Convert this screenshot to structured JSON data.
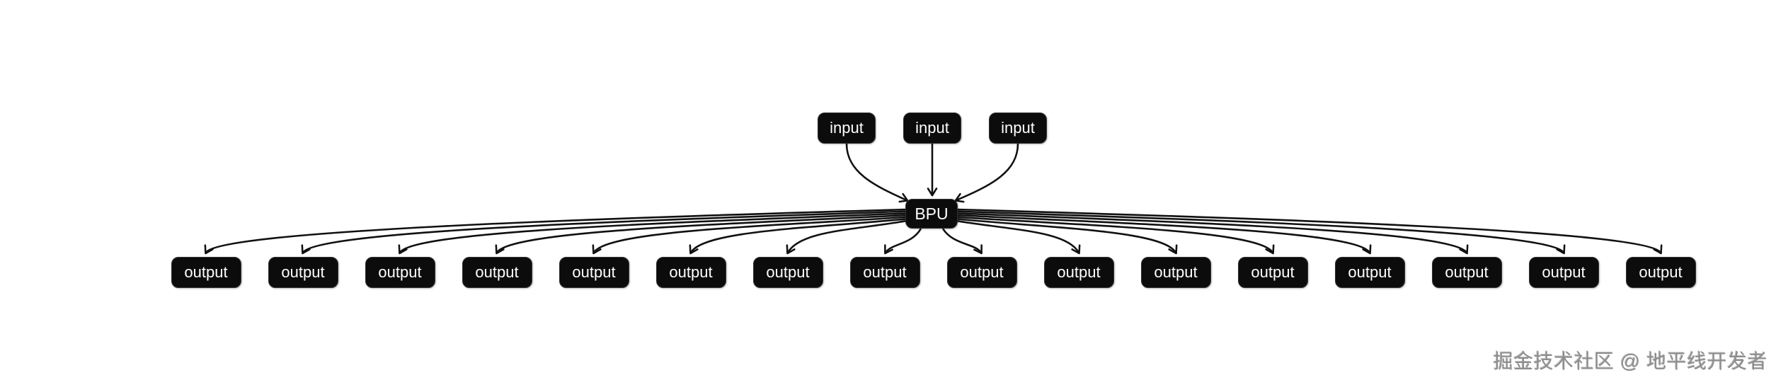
{
  "diagram": {
    "type": "flowchart",
    "orientation": "top-down",
    "nodes": {
      "inputs": [
        {
          "id": "input-1",
          "label": "input"
        },
        {
          "id": "input-2",
          "label": "input"
        },
        {
          "id": "input-3",
          "label": "input"
        }
      ],
      "processor": {
        "id": "bpu",
        "label": "BPU"
      },
      "outputs": [
        {
          "id": "output-1",
          "label": "output"
        },
        {
          "id": "output-2",
          "label": "output"
        },
        {
          "id": "output-3",
          "label": "output"
        },
        {
          "id": "output-4",
          "label": "output"
        },
        {
          "id": "output-5",
          "label": "output"
        },
        {
          "id": "output-6",
          "label": "output"
        },
        {
          "id": "output-7",
          "label": "output"
        },
        {
          "id": "output-8",
          "label": "output"
        },
        {
          "id": "output-9",
          "label": "output"
        },
        {
          "id": "output-10",
          "label": "output"
        },
        {
          "id": "output-11",
          "label": "output"
        },
        {
          "id": "output-12",
          "label": "output"
        },
        {
          "id": "output-13",
          "label": "output"
        },
        {
          "id": "output-14",
          "label": "output"
        },
        {
          "id": "output-15",
          "label": "output"
        },
        {
          "id": "output-16",
          "label": "output"
        }
      ]
    },
    "edges": [
      {
        "from": "input-1",
        "to": "bpu"
      },
      {
        "from": "input-2",
        "to": "bpu"
      },
      {
        "from": "input-3",
        "to": "bpu"
      },
      {
        "from": "bpu",
        "to": "output-1"
      },
      {
        "from": "bpu",
        "to": "output-2"
      },
      {
        "from": "bpu",
        "to": "output-3"
      },
      {
        "from": "bpu",
        "to": "output-4"
      },
      {
        "from": "bpu",
        "to": "output-5"
      },
      {
        "from": "bpu",
        "to": "output-6"
      },
      {
        "from": "bpu",
        "to": "output-7"
      },
      {
        "from": "bpu",
        "to": "output-8"
      },
      {
        "from": "bpu",
        "to": "output-9"
      },
      {
        "from": "bpu",
        "to": "output-10"
      },
      {
        "from": "bpu",
        "to": "output-11"
      },
      {
        "from": "bpu",
        "to": "output-12"
      },
      {
        "from": "bpu",
        "to": "output-13"
      },
      {
        "from": "bpu",
        "to": "output-14"
      },
      {
        "from": "bpu",
        "to": "output-15"
      },
      {
        "from": "bpu",
        "to": "output-16"
      }
    ],
    "colors": {
      "background": "#ffffff",
      "node_fill": "#0c0c0c",
      "node_border": "#333333",
      "node_text": "#ffffff",
      "edge": "#111111"
    }
  },
  "watermark": {
    "text": "掘金技术社区 @ 地平线开发者",
    "color": "#8d8d8d"
  }
}
